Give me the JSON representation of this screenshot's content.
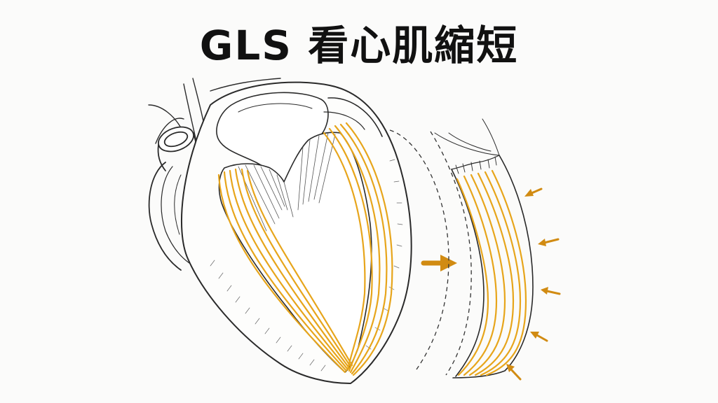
{
  "title": "GLS 看心肌縮短",
  "colors": {
    "outline": "#2a2a2a",
    "fiber": "#e7a51b",
    "fiber_fill": "#f6dc9a",
    "arrow": "#d18b12",
    "background": "#fbfbfa",
    "title": "#111111"
  },
  "icons": {
    "heart": "heart-cross-section-illustration",
    "strip": "myocardial-wall-strip-illustration",
    "arrow": "orange-arrow-icon"
  }
}
